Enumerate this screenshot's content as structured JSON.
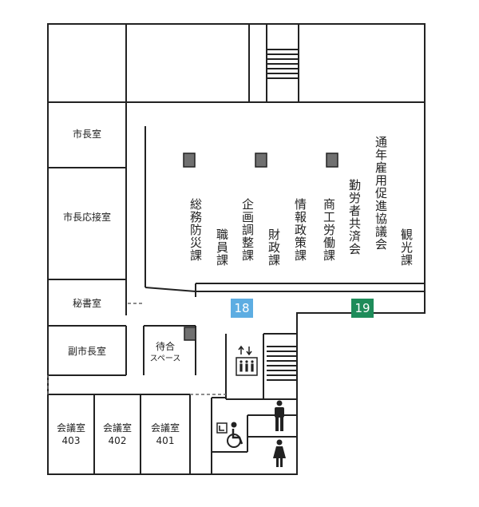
{
  "rooms": {
    "mayor": "市長室",
    "reception": "市長応接室",
    "secretary": "秘書室",
    "vice_mayor": "副市長室",
    "meeting_403": [
      "会議室",
      "403"
    ],
    "meeting_402": [
      "会議室",
      "402"
    ],
    "meeting_401": [
      "会議室",
      "401"
    ],
    "waiting": [
      "待合",
      "スペース"
    ]
  },
  "departments": [
    "総務防災課",
    "職員課",
    "企画調整課",
    "財政課",
    "情報政策課",
    "商工労働課",
    "勤労者共済会",
    "通年雇用促進協議会",
    "観光課"
  ],
  "counters": [
    {
      "number": "18",
      "color": "#5dade2"
    },
    {
      "number": "19",
      "color": "#1e8c5a"
    }
  ],
  "icons": [
    "elevator-icon",
    "stairs-icon",
    "accessible-toilet-icon",
    "men-toilet-icon",
    "women-toilet-icon",
    "pillar-icon"
  ]
}
